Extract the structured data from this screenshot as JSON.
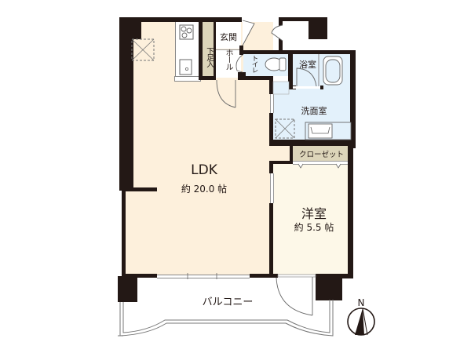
{
  "floor_plan": {
    "rooms": {
      "ldk": {
        "name": "LDK",
        "area": "約 20.0 帖"
      },
      "western_room": {
        "name": "洋室",
        "area": "約 5.5 帖"
      },
      "entrance": {
        "name": "玄関"
      },
      "shoe_storage": {
        "name": "下足入"
      },
      "hall": {
        "name": "ホール"
      },
      "toilet": {
        "name": "トイレ"
      },
      "bathroom": {
        "name": "浴室"
      },
      "washroom": {
        "name": "洗面室"
      },
      "closet": {
        "name": "クローゼット"
      },
      "balcony": {
        "name": "バルコニー"
      }
    },
    "compass": {
      "label": "N"
    },
    "colors": {
      "wall": "#231815",
      "ldk_floor": "#fdf0dc",
      "western_floor": "#fdf8e8",
      "wet_area": "#e3f1fb",
      "storage": "#ddd5ba",
      "white": "#ffffff"
    }
  }
}
